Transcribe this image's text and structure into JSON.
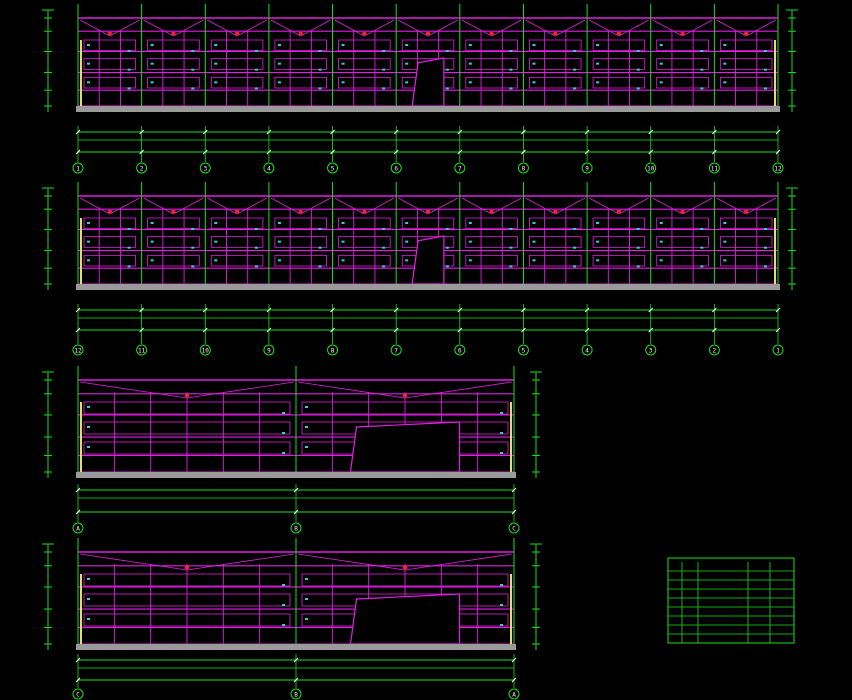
{
  "colors": {
    "background": "#000000",
    "frame": "#e020e0",
    "grid": "#18e018",
    "dim": "#ffffff",
    "column": "#e8d878",
    "ground": "#9a9a9a",
    "cyan": "#30d0d0",
    "red": "#ff2020",
    "yellow": "#e0e020"
  },
  "elevations": [
    {
      "axis_labels": [
        "1",
        "2",
        "3",
        "4",
        "5",
        "6",
        "7",
        "8",
        "9",
        "10",
        "11",
        "12"
      ]
    },
    {
      "axis_labels": [
        "12",
        "11",
        "10",
        "9",
        "8",
        "7",
        "6",
        "5",
        "4",
        "3",
        "2",
        "1"
      ]
    },
    {
      "axis_labels": [
        "A",
        "B",
        "C"
      ]
    },
    {
      "axis_labels": [
        "C",
        "B",
        "A"
      ]
    }
  ],
  "legend": {
    "header": [
      "",
      "",
      "",
      "",
      ""
    ],
    "rows": [
      [
        "",
        "",
        "",
        "",
        ""
      ],
      [
        "",
        "",
        "",
        "",
        ""
      ],
      [
        "",
        "",
        "",
        "",
        ""
      ],
      [
        "",
        "",
        "",
        "",
        ""
      ],
      [
        "",
        "",
        "",
        "",
        ""
      ],
      [
        "",
        "",
        "",
        "",
        ""
      ],
      [
        "",
        "",
        "",
        "",
        ""
      ],
      [
        "",
        "",
        "",
        "",
        ""
      ]
    ],
    "notes": [
      "",
      "",
      ""
    ]
  }
}
